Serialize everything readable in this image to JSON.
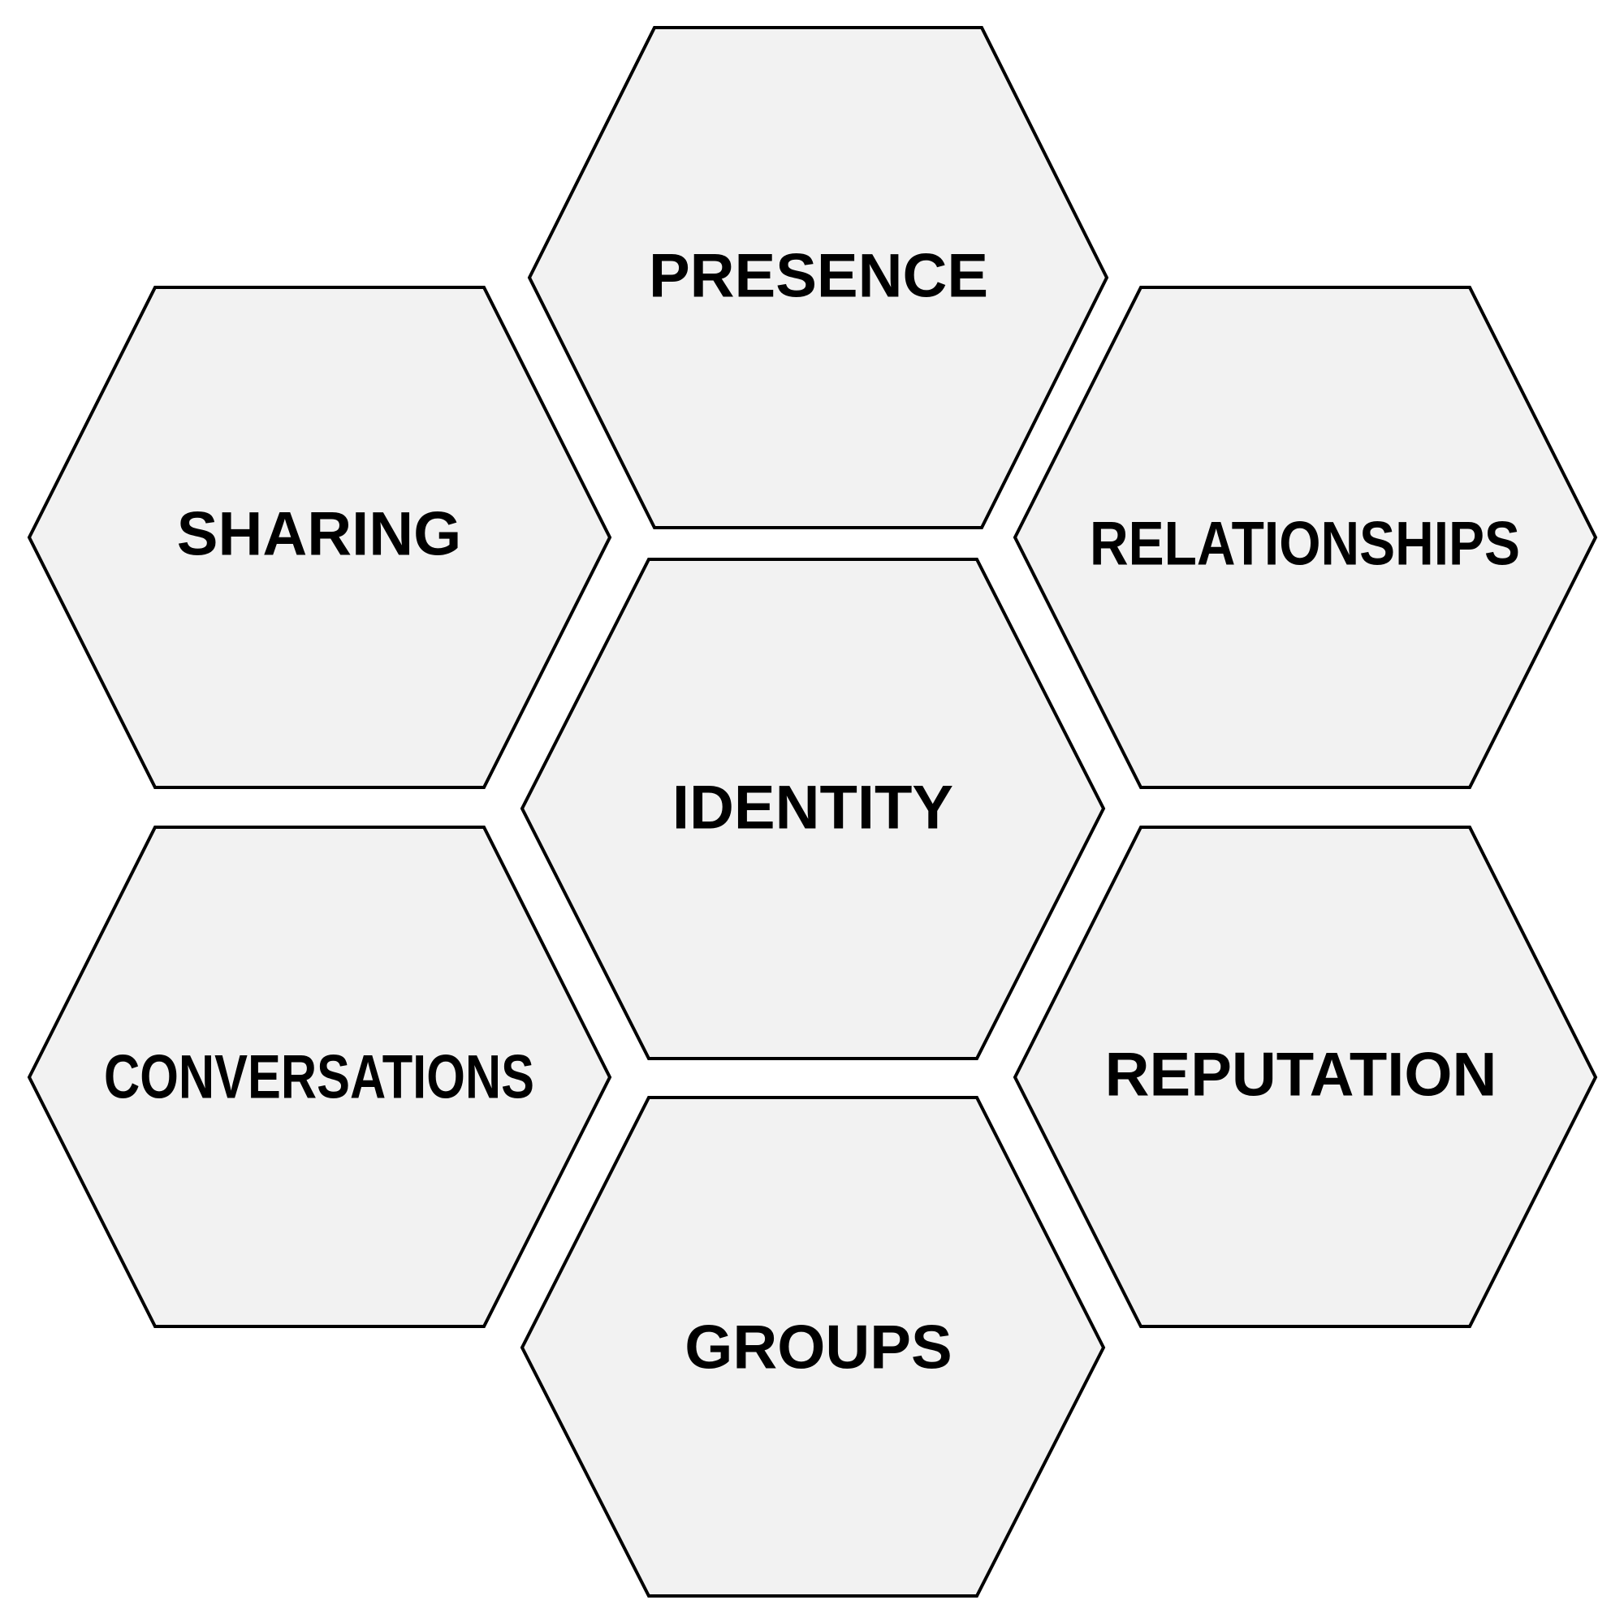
{
  "diagram": {
    "fill_color": "#f2f2f2",
    "stroke_color": "#000000",
    "text_color": "#000000",
    "hexagons": {
      "presence": {
        "label": "PRESENCE"
      },
      "sharing": {
        "label": "SHARING"
      },
      "relationships": {
        "label": "RELATIONSHIPS"
      },
      "identity": {
        "label": "IDENTITY"
      },
      "conversations": {
        "label": "CONVERSATIONS"
      },
      "reputation": {
        "label": "REPUTATION"
      },
      "groups": {
        "label": "GROUPS"
      }
    }
  }
}
